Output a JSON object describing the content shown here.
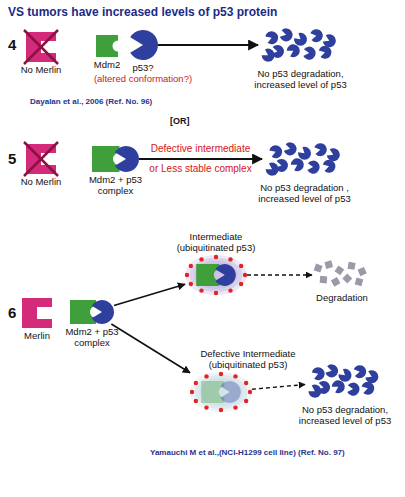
{
  "diagram": {
    "title": "VS tumors have increased levels of p53 protein",
    "nodes": [
      {
        "text": [
          "No Merlin"
        ]
      },
      {
        "text": [
          "Mdm2"
        ]
      },
      {
        "text": [
          "p53?",
          "(altered conformation?)"
        ]
      },
      {
        "text": [
          "No p53 degradation, increased level of p53"
        ]
      },
      {
        "text": [
          "No Merlin"
        ]
      },
      {
        "text": [
          "Mdm2 + p53 complex"
        ]
      },
      {
        "text": [
          "No p53 degradation , increased level of p53"
        ]
      },
      {
        "text": [
          "Merlin"
        ]
      },
      {
        "text": [
          "Mdm2 + p53 complex"
        ]
      },
      {
        "text": [
          "Intermediate (ubiquitinated p53)"
        ]
      },
      {
        "text": [
          "Degradation"
        ]
      },
      {
        "text": [
          "Defective Intermediate (ubiquitinated p53)"
        ]
      },
      {
        "text": [
          "No p53 degradation, increased level of p53"
        ]
      }
    ],
    "edges": [
      {
        "from": 2,
        "to": 3,
        "arrow": "to"
      },
      {
        "from": 5,
        "to": 6,
        "label": "Defective intermediate or Less stable complex",
        "arrow": "to"
      },
      {
        "from": 8,
        "to": 9,
        "arrow": "to"
      },
      {
        "from": 8,
        "to": 11,
        "arrow": "to"
      },
      {
        "from": 9,
        "to": 10,
        "arrow": "to"
      },
      {
        "from": 11,
        "to": 12,
        "arrow": "to"
      }
    ],
    "labels": [
      "4",
      "Dayalan et al., 2006 (Ref. No. 96)",
      "[OR]",
      "5",
      "6",
      "Yamauchi M et al.,(NCI-H1299 cell line) (Ref. No. 97)"
    ]
  }
}
